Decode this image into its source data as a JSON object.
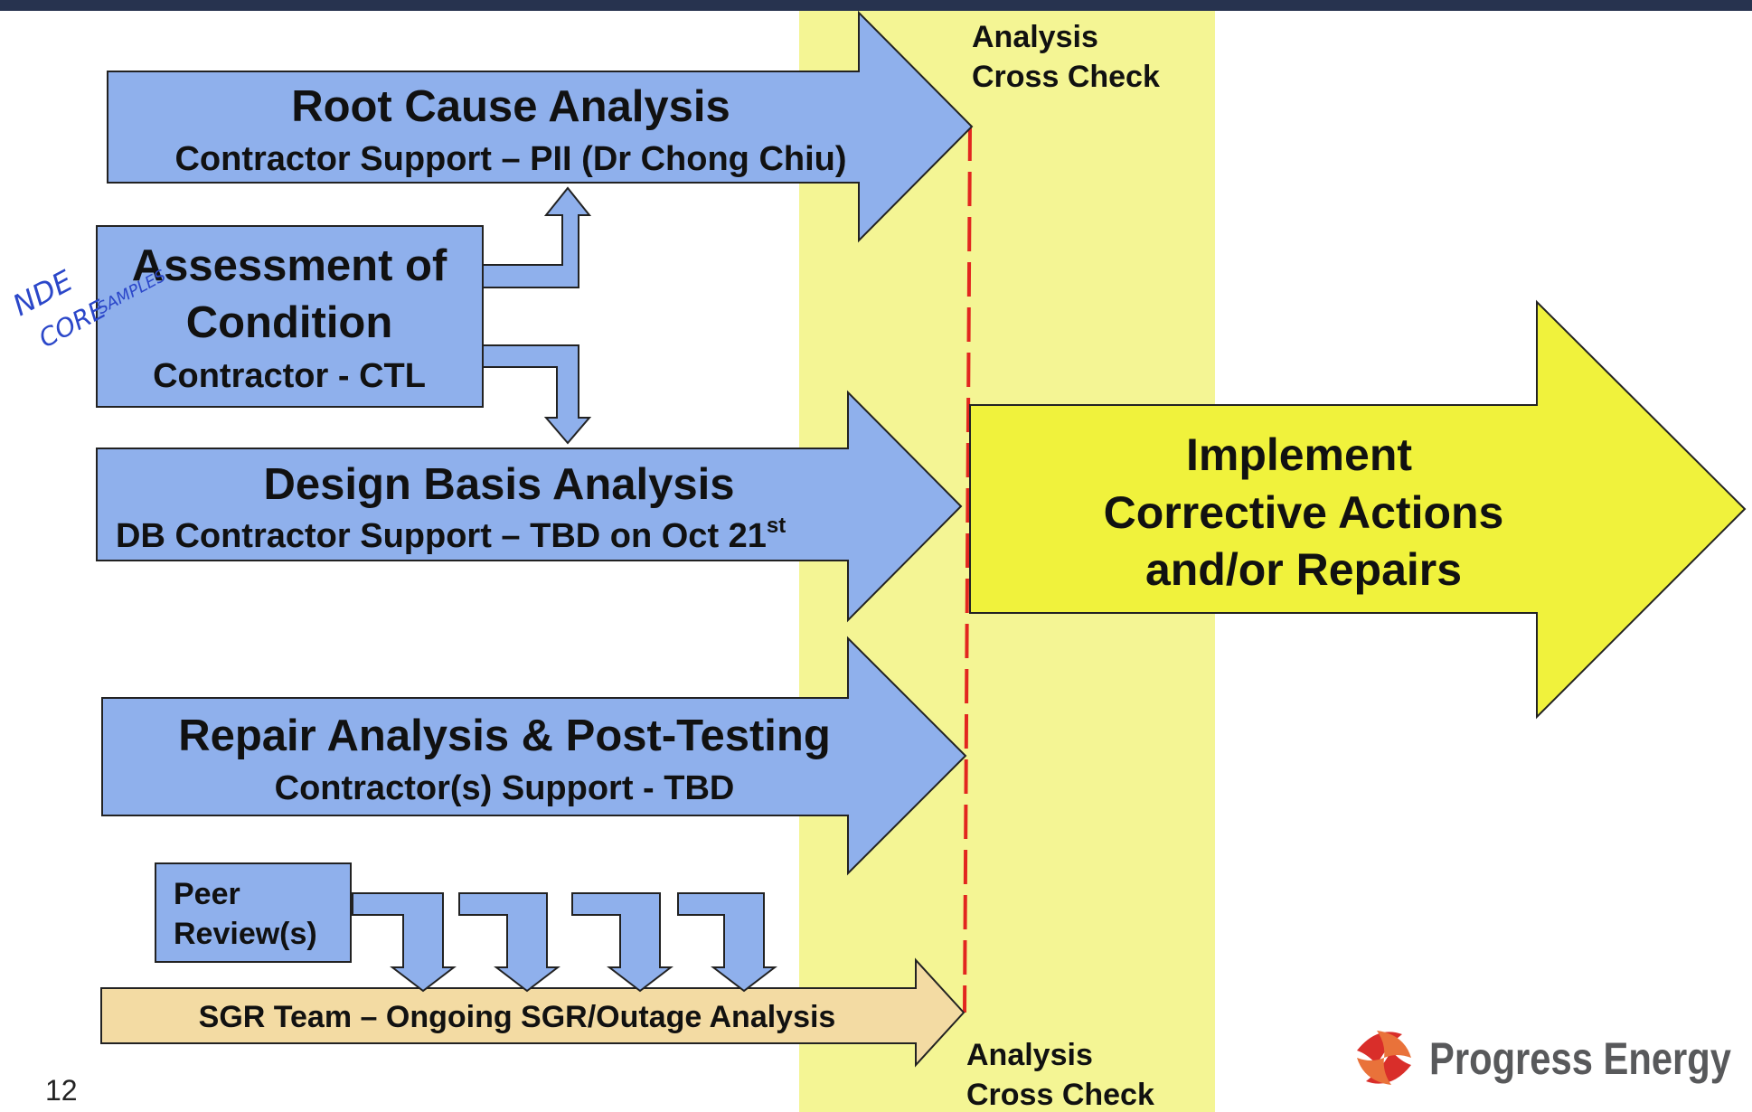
{
  "root_cause": {
    "title": "Root Cause Analysis",
    "subtitle": "Contractor Support – PII (Dr Chong Chiu)"
  },
  "assessment": {
    "line1": "Assessment of",
    "line2": "Condition",
    "subtitle": "Contractor - CTL"
  },
  "design_basis": {
    "title": "Design Basis Analysis",
    "subtitle": "DB Contractor  Support – TBD on Oct 21",
    "superscript": "st"
  },
  "repair": {
    "title": "Repair Analysis & Post-Testing",
    "subtitle": "Contractor(s) Support - TBD"
  },
  "peer_review": {
    "line1": "Peer",
    "line2": "Review(s)"
  },
  "sgr_team": {
    "label": "SGR Team – Ongoing SGR/Outage Analysis"
  },
  "cross_check_top": {
    "line1": "Analysis",
    "line2": "Cross Check"
  },
  "cross_check_bottom": {
    "line1": "Analysis",
    "line2": "Cross Check"
  },
  "implement": {
    "line1": "Implement",
    "line2": "Corrective Actions",
    "line3": "and/or Repairs"
  },
  "handwritten_note": {
    "line1": "NDE",
    "line2": "CORE",
    "line3": "SAMPLES"
  },
  "page_number": "12",
  "logo": {
    "text": "Progress Energy"
  },
  "colors": {
    "blue_box": "#8fb0ec",
    "yellow_band": "#f4f594",
    "yellow_arrow": "#f0f23c",
    "tan_box": "#f3dba3",
    "dashed_line": "#e2261f",
    "top_bar": "#27334f",
    "logo_red": "#d92e2a",
    "logo_text": "#58595b"
  }
}
